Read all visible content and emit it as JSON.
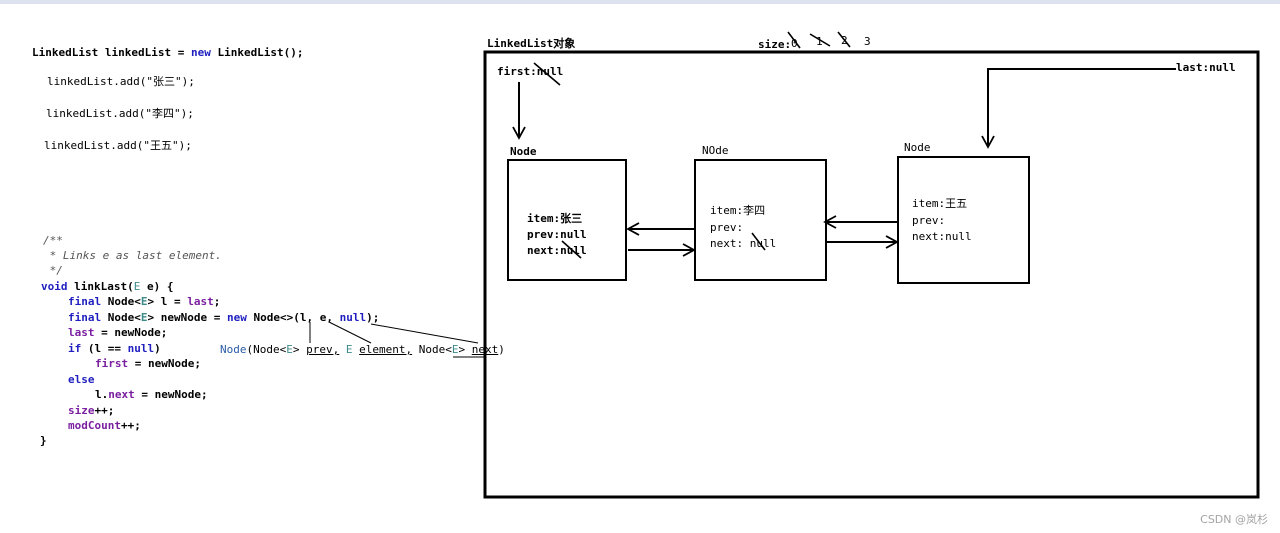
{
  "code_top": {
    "line1_a": "LinkedList linkedList = ",
    "line1_new": "new",
    "line1_b": " LinkedList();",
    "add1": "linkedList.add(\"张三\");",
    "add2": "linkedList.add(\"李四\");",
    "add3": "linkedList.add(\"王五\");"
  },
  "code_bottom": {
    "c1": "/**",
    "c2": " * Links e as last element.",
    "c3": " */",
    "sig_void": "void",
    "sig_name": " linkLast(",
    "sig_E": "E",
    "sig_rest": " e) {",
    "l1_final": "final",
    "l1_a": " Node<",
    "l1_E": "E",
    "l1_b": "> l = ",
    "l1_last": "last",
    "l1_c": ";",
    "l2_final": "final",
    "l2_a": " Node<",
    "l2_E": "E",
    "l2_b": "> newNode = ",
    "l2_new": "new",
    "l2_c": " Node<>(l, e, ",
    "l2_null": "null",
    "l2_d": ");",
    "l3_last": "last",
    "l3_a": " = newNode;",
    "l4_if": "if",
    "l4_a": " (l == ",
    "l4_null": "null",
    "l4_b": ")",
    "l5_first": "first",
    "l5_a": " = newNode;",
    "l6_else": "else",
    "l7_a": "l.",
    "l7_next": "next",
    "l7_b": " = newNode;",
    "l8_size": "size",
    "l8_a": "++;",
    "l9_mod": "modCount",
    "l9_a": "++;",
    "close": "}"
  },
  "hint": {
    "node": "Node",
    "p1": "(Node<",
    "E1": "E",
    "p2": "> ",
    "prev": "prev,",
    "sp1": " ",
    "E2": "E",
    "sp2": " ",
    "element": "element,",
    "p3": " Node<",
    "E3": "E",
    "p4": "> ",
    "next": "next",
    "p5": ")"
  },
  "diagram": {
    "object_title": "LinkedList对象",
    "size_label": "size:",
    "size_values": [
      "0",
      "1",
      "2",
      "3"
    ],
    "first_label": "first:null",
    "last_label": "last:null",
    "nodes": [
      {
        "title": "Node",
        "item": "item:张三",
        "prev": "prev:null",
        "next": "next:null"
      },
      {
        "title": "NOde",
        "item": "item:李四",
        "prev": "prev:",
        "next": "next: null"
      },
      {
        "title": "Node",
        "item": "item:王五",
        "prev": "prev:",
        "next": "next:null"
      }
    ]
  },
  "watermark": "CSDN @岚杉"
}
